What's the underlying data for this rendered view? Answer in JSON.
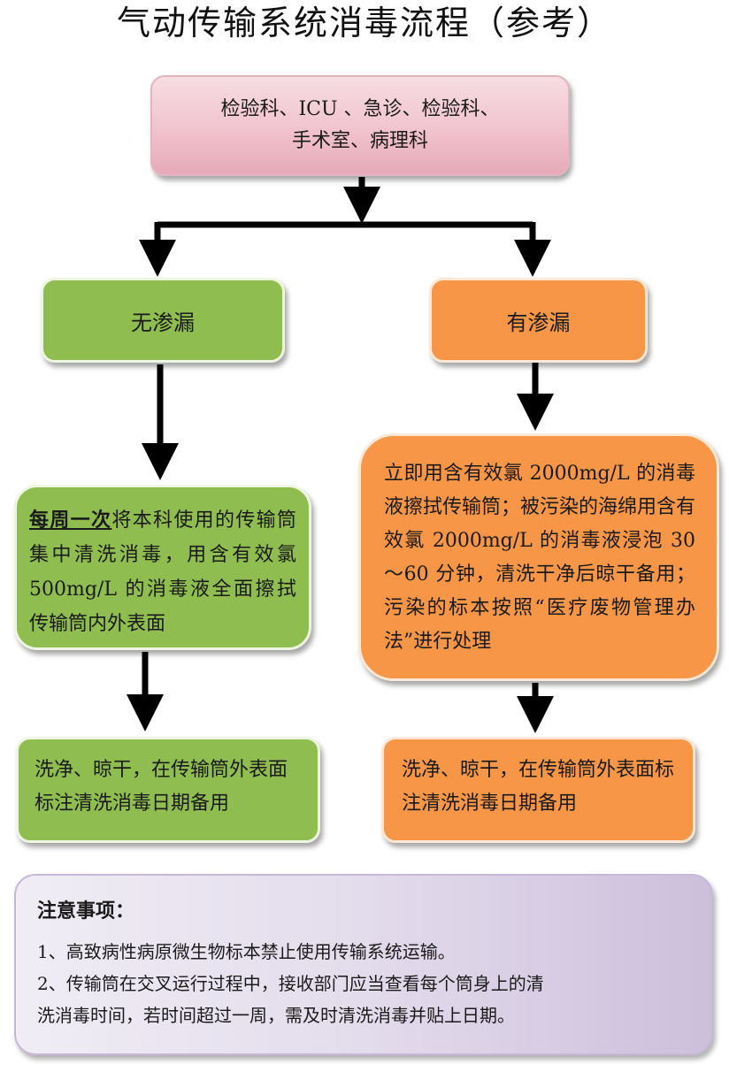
{
  "title": "气动传输系统消毒流程（参考）",
  "source": {
    "line1": "检验科、ICU 、急诊、检验科、",
    "line2": "手术室、病理科"
  },
  "branch_left": {
    "label": "无渗漏",
    "step_highlight": "每周一次",
    "step_text": "将本科使用的传输筒集中清洗消毒，用含有效氯 500mg/L 的消毒液全面擦拭传输筒内外表面",
    "end_text": "洗净、晾干，在传输筒外表面标注清洗消毒日期备用"
  },
  "branch_right": {
    "label": "有渗漏",
    "step_text": "立即用含有效氯 2000mg/L 的消毒液擦拭传输筒；被污染的海绵用含有效氯 2000mg/L 的消毒液浸泡 30～60 分钟，清洗干净后晾干备用；污染的标本按照“医疗废物管理办法”进行处理",
    "end_text": "洗净、晾干，在传输筒外表面标注清洗消毒日期备用"
  },
  "notes": {
    "title": "注意事项：",
    "items": [
      "1、高致病性病原微生物标本禁止使用传输系统运输。",
      "2、传输筒在交叉运行过程中，接收部门应当查看每个筒身上的清",
      "洗消毒时间，若时间超过一周，需及时清洗消毒并贴上日期。"
    ]
  },
  "colors": {
    "green": "#8fbd4f",
    "orange": "#f79646",
    "pink": "#f0c3ce",
    "purple": "#cdbfdb"
  }
}
